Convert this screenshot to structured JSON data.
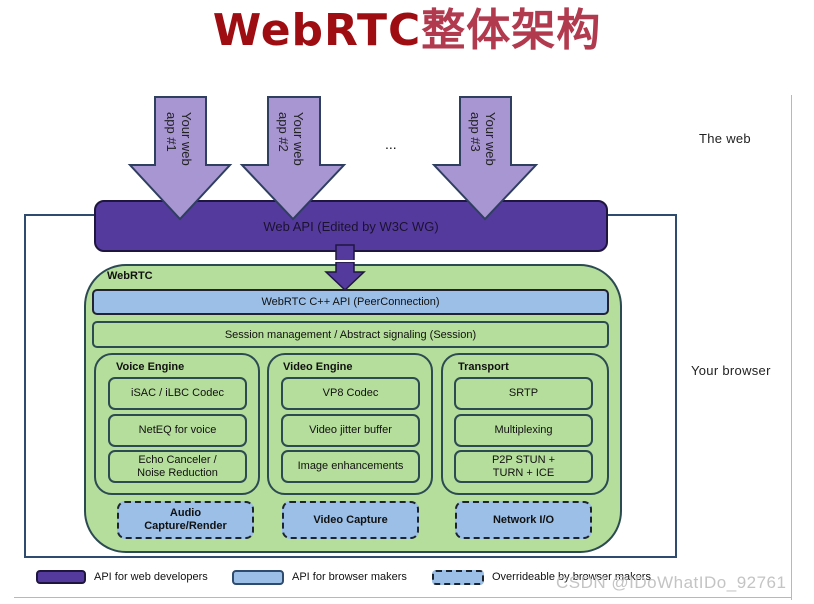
{
  "title": {
    "part1": "WebRTC",
    "part2": "整体架构"
  },
  "regions": {
    "web": "The web",
    "browser": "Your browser"
  },
  "apps": [
    {
      "line1": "Your web",
      "line2": "app #1"
    },
    {
      "line1": "Your web",
      "line2": "app #2"
    },
    {
      "line1": "Your web",
      "line2": "app #3"
    }
  ],
  "ellipsis": "...",
  "web_api": "Web API (Edited by W3C WG)",
  "webrtc": {
    "label": "WebRTC",
    "cpp_api": "WebRTC C++ API (PeerConnection)",
    "session": "Session management / Abstract signaling (Session)",
    "engines": [
      {
        "title": "Voice Engine",
        "items": [
          "iSAC / iLBC Codec",
          "NetEQ for voice",
          "Echo Canceler / Noise Reduction"
        ],
        "io": "Audio Capture/Render"
      },
      {
        "title": "Video Engine",
        "items": [
          "VP8 Codec",
          "Video jitter buffer",
          "Image enhancements"
        ],
        "io": "Video Capture"
      },
      {
        "title": "Transport",
        "items": [
          "SRTP",
          "Multiplexing",
          "P2P STUN + TURN + ICE"
        ],
        "io": "Network I/O"
      }
    ]
  },
  "legend": [
    {
      "label": "API for web developers",
      "color": "#553a9e"
    },
    {
      "label": "API for browser makers",
      "color": "#9bbfe7"
    },
    {
      "label": "Overrideable by browser makers",
      "color": "#9bbfe7"
    }
  ],
  "watermark": "CSDN @IDoWhatIDo_92761"
}
